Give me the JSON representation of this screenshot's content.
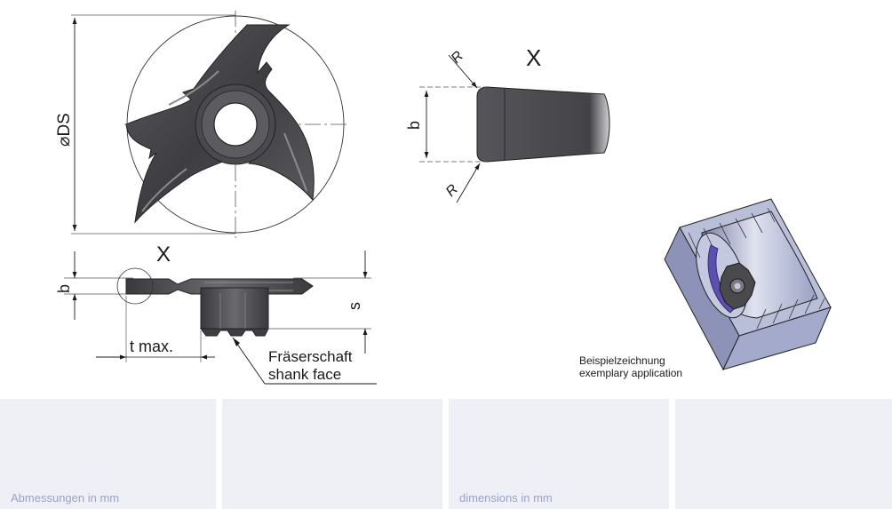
{
  "labels": {
    "diameter": "⌀DS",
    "view_x_top": "X",
    "view_x_side": "X",
    "radius_top": "R",
    "radius_bottom": "R",
    "b_detail": "b",
    "b_side": "b",
    "s_side": "s",
    "t_max": "t max.",
    "shank_de": "Fräserschaft",
    "shank_en": "shank face",
    "example_de": "Beispielzeichnung",
    "example_en": "exemplary application"
  },
  "footer": {
    "panel1": "Abmessungen in mm",
    "panel2": "",
    "panel3": "dimensions in mm",
    "panel4": ""
  },
  "colors": {
    "insert_dark": "#4a4a4e",
    "insert_mid": "#6b6b70",
    "block_face": "#aab0cf",
    "block_side": "#8a90b4",
    "accent_purple": "#5b4fb0",
    "footer_panel": "#eef0f6",
    "footer_text": "#9aa2c4"
  }
}
